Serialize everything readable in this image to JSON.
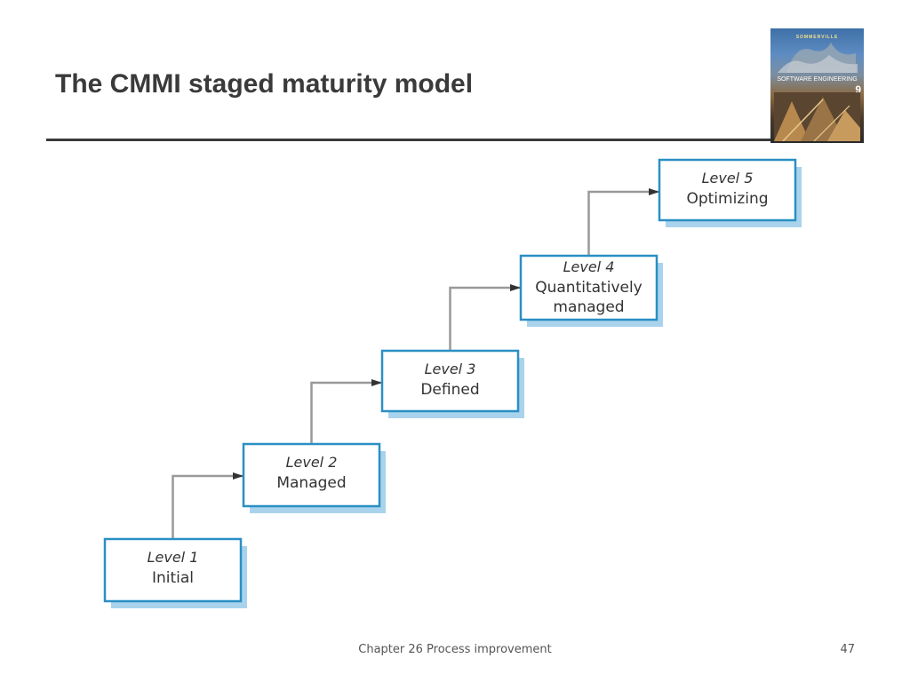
{
  "slide": {
    "title": "The CMMI staged maturity model",
    "footer": "Chapter 26 Process improvement",
    "page_number": "47"
  },
  "book_cover": {
    "series": "SOMMERVILLE",
    "title": "SOFTWARE ENGINEERING",
    "edition": "9"
  },
  "diagram": {
    "box_border_color": "#2a8fc4",
    "box_shadow_color": "#a9d3ec",
    "connector_color": "#999999",
    "levels": [
      {
        "number": "Level 1",
        "name_lines": [
          "Initial"
        ]
      },
      {
        "number": "Level 2",
        "name_lines": [
          "Managed"
        ]
      },
      {
        "number": "Level 3",
        "name_lines": [
          "Defined"
        ]
      },
      {
        "number": "Level 4",
        "name_lines": [
          "Quantitatively",
          "managed"
        ]
      },
      {
        "number": "Level 5",
        "name_lines": [
          "Optimizing"
        ]
      }
    ]
  }
}
